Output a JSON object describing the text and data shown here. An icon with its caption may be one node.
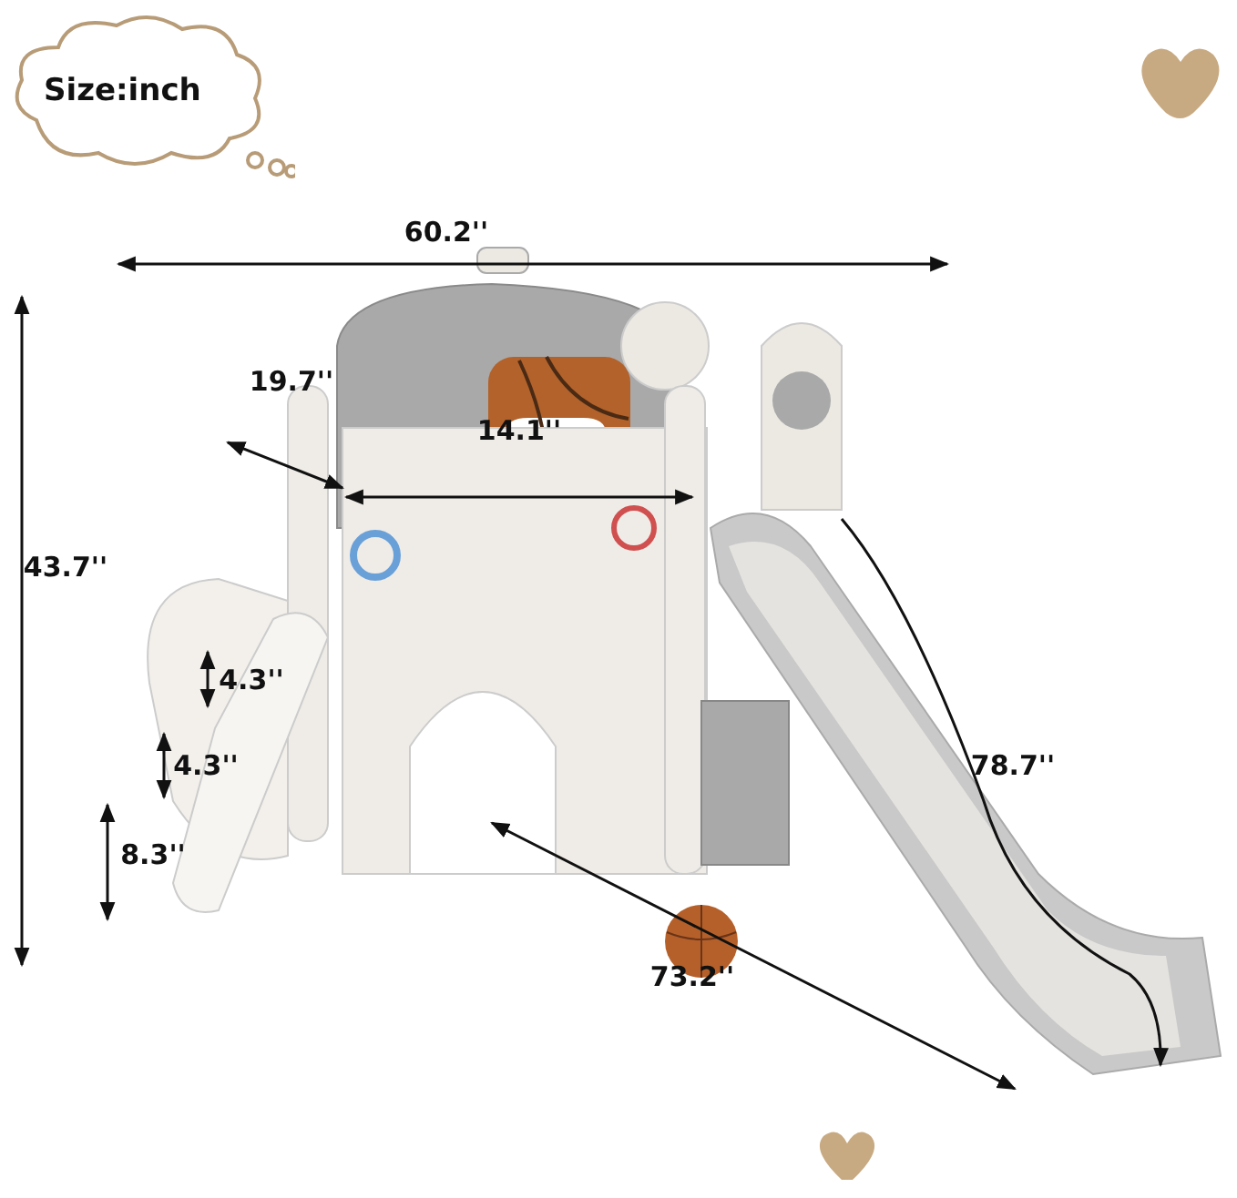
{
  "diagram": {
    "nodes": [
      {
        "text": [
          "Size:inch"
        ]
      }
    ],
    "edges": [],
    "labels": [
      "60.2''",
      "19.7''",
      "14.1''",
      "43.7''",
      "4.3''",
      "78.7''",
      "4.3''",
      "8.3''",
      "73.2''"
    ]
  }
}
